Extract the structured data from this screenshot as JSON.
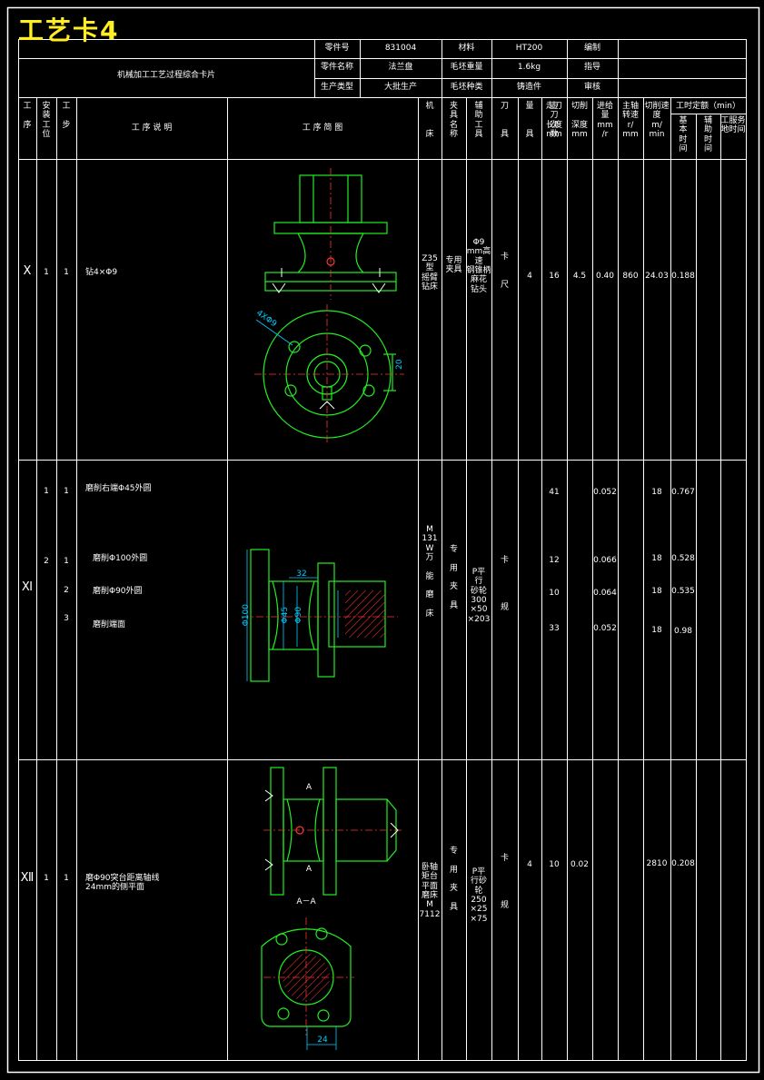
{
  "card_title": "工艺卡4",
  "header": {
    "card_name": "机械加工工艺过程综合卡片",
    "part_no_label": "零件号",
    "part_no": "831004",
    "material_label": "材料",
    "material": "HT200",
    "drawn_label": "编制",
    "part_name_label": "零件名称",
    "part_name": "法兰盘",
    "blank_weight_label": "毛坯重量",
    "blank_weight": "1.6kg",
    "designer_label": "指导",
    "production_label": "生产类型",
    "production": "大批生产",
    "blank_type_label": "毛坯种类",
    "blank_type": "铸造件",
    "review_label": "审核"
  },
  "columns": {
    "process": "工\n\n序",
    "setup": "安\n装\n工\n位",
    "step": "工\n\n步",
    "desc": "工 序 说 明",
    "sketch": "工 序 简 图",
    "machine": "机\n\n\n床",
    "fixture": "夹\n具\n名\n称",
    "aux_tool": "辅\n助\n工\n具",
    "cutter": "刀\n\n\n具",
    "gauge": "量\n\n\n具",
    "passes": "走\n刀\n次\n数",
    "length": "走刀\n\n长度\nmm",
    "depth": "切削\n\n深度\nmm",
    "feed": "进给\n量\nmm\n/r",
    "speed": "主轴\n转速\nr/\nmm",
    "cut_speed": "切削速度\nm/\nmin",
    "time_quota": "工时定额（min）",
    "basic_time": "基\n本\n时\n间",
    "aux_time": "辅\n助\n时\n间",
    "place_time": "工服务\n地时间"
  },
  "rows": [
    {
      "process": "Ⅹ",
      "steps": [
        {
          "setup": "1",
          "step": "1",
          "desc": "钻4×Φ9",
          "length": "16",
          "depth": "4.5",
          "feed": "0.40",
          "speed": "860",
          "cut_speed": "24.03",
          "basic": "0.188"
        }
      ],
      "passes": "4",
      "machine": "Z35型\n摇臂\n钻床",
      "fixture": "专用\n夹具",
      "cutter": "Φ9\nmm高速\n钢锥柄\n麻花\n钻头",
      "gauge": "卡\n\n\n尺"
    },
    {
      "process": "Ⅺ",
      "steps": [
        {
          "setup": "1",
          "step": "1",
          "desc": "磨削右端Φ45外圆",
          "length": "41",
          "feed": "0.052",
          "cut_speed": "18",
          "basic": "0.767"
        },
        {
          "setup": "2",
          "step": "1",
          "desc": "磨削Φ100外圆",
          "length": "12",
          "feed": "0.066",
          "cut_speed": "18",
          "basic": "0.528"
        },
        {
          "setup": "",
          "step": "2",
          "desc": "磨削Φ90外圆",
          "length": "10",
          "feed": "0.064",
          "cut_speed": "18",
          "basic": "0.535"
        },
        {
          "setup": "",
          "step": "3",
          "desc": "磨削端面",
          "length": "33",
          "feed": "0.052",
          "cut_speed": "18",
          "basic": "0.98"
        }
      ],
      "machine": "M\n131\nW\n万\n\n能\n\n磨\n\n床",
      "fixture": "专\n\n用\n\n夹\n\n具",
      "cutter": "P平\n行\n砂轮\n300\n×50\n×203",
      "gauge": "卡\n\n\n\n\n规"
    },
    {
      "process": "Ⅻ",
      "steps": [
        {
          "setup": "1",
          "step": "1",
          "desc": "磨Φ90突台距离轴线\n24mm的侧平面",
          "length": "10",
          "depth": "0.02",
          "cut_speed": "2810",
          "basic": "0.208"
        }
      ],
      "passes": "4",
      "machine": "卧轴\n矩台\n平面\n磨床\nM\n7112",
      "fixture": "专\n\n用\n\n夹\n\n具",
      "cutter": "P平\n行砂\n轮\n250\n×25\n×75",
      "gauge": "卡\n\n\n\n\n规"
    }
  ],
  "dims": {
    "holes_4x9": "4XΦ9",
    "d20": "20",
    "d32": "32",
    "d45": "Φ45",
    "d90": "Φ90",
    "d100": "Φ100",
    "d24": "24",
    "section_a": "A",
    "section_aa": "A－A"
  }
}
